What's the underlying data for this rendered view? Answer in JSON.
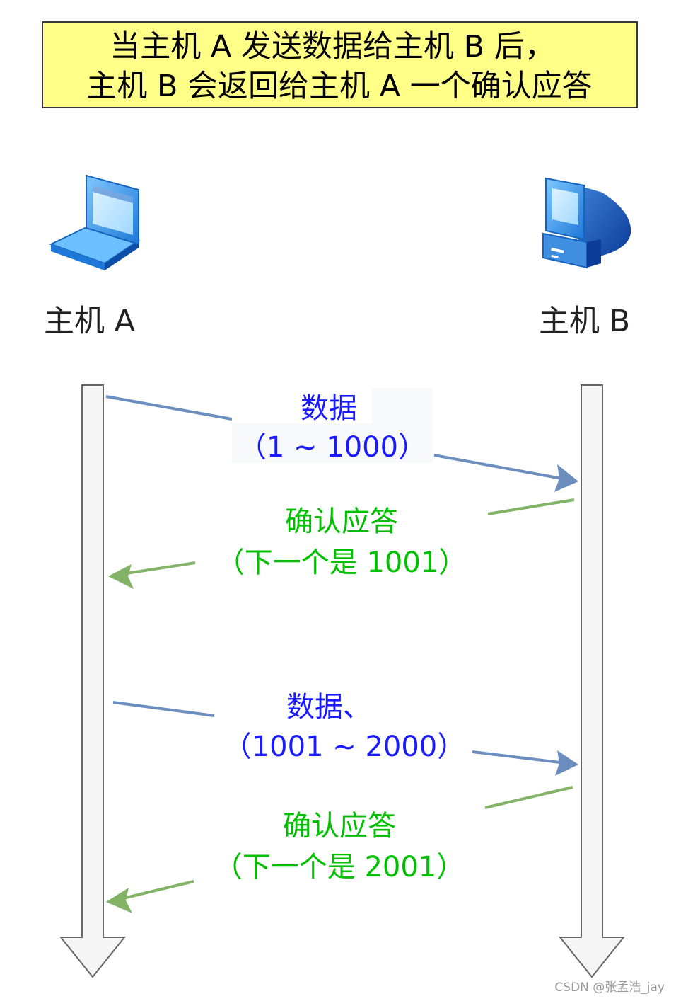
{
  "caption": {
    "line1": "当主机 A 发送数据给主机 B 后，",
    "line2": "主机 B 会返回给主机 A 一个确认应答"
  },
  "hosts": {
    "a": {
      "label": "主机 A",
      "icon": "laptop-icon"
    },
    "b": {
      "label": "主机 B",
      "icon": "desktop-computer-icon"
    }
  },
  "messages": [
    {
      "line1": "数据",
      "line2": "（1 ~ 1000）",
      "direction": "A→B"
    },
    {
      "line1": "确认应答",
      "line2": "（下一个是 1001）",
      "direction": "B→A"
    },
    {
      "line1": "数据、",
      "line2": "（1001 ~ 2000）",
      "direction": "A→B"
    },
    {
      "line1": "确认应答",
      "line2": "（下一个是 2001）",
      "direction": "B→A"
    }
  ],
  "watermark": "CSDN @张孟浩_jay",
  "colors": {
    "caption_fill": "#ffff88",
    "data_text": "#1a1aff",
    "data_arrow": "#6c8ebf",
    "ack_text": "#00c000",
    "ack_arrow": "#82b366",
    "timeline_fill": "#f5f5f5",
    "timeline_stroke": "#666666"
  }
}
